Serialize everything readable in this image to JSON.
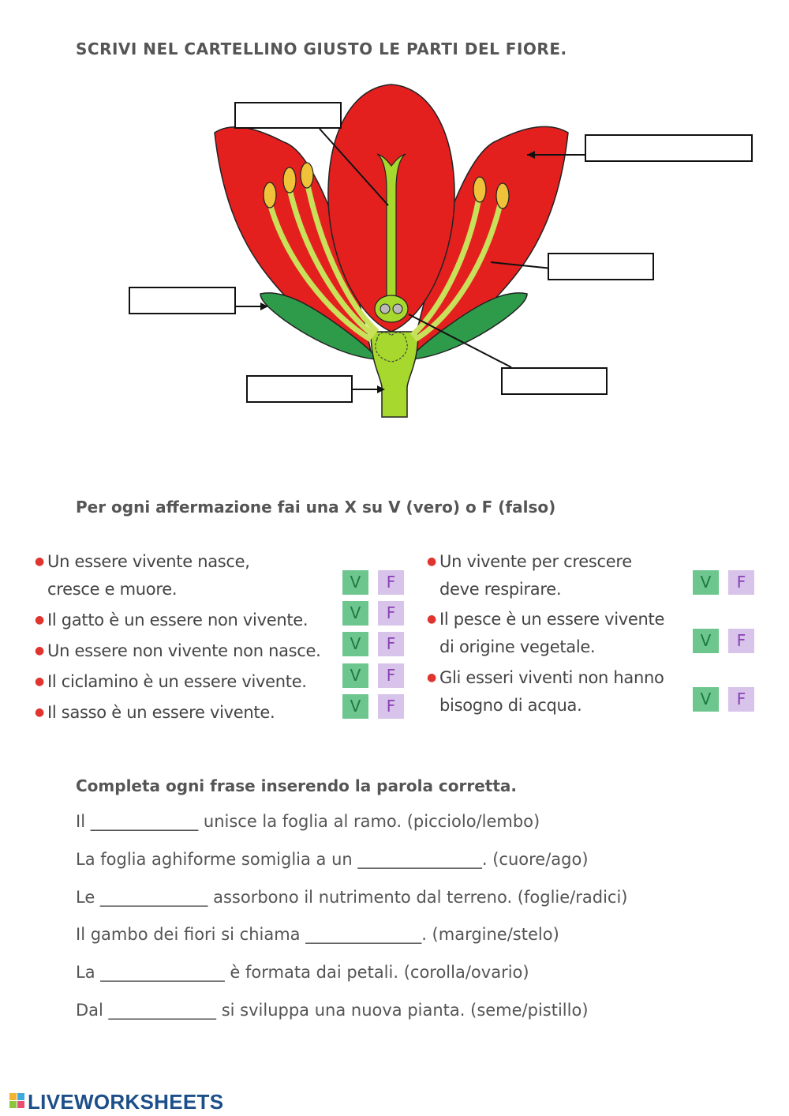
{
  "worksheet": {
    "title": "SCRIVI NEL CARTELLINO GIUSTO LE PARTI DEL FIORE.",
    "tf_heading": "Per ogni affermazione fai una X su V (vero) o F (falso)",
    "tf_left": [
      {
        "line1": "Un essere vivente nasce,",
        "line2": "cresce e muore."
      },
      {
        "line1": "Il gatto è un essere non vivente.",
        "line2": ""
      },
      {
        "line1": "Un essere non vivente non nasce.",
        "line2": ""
      },
      {
        "line1": "Il ciclamino è un essere vivente.",
        "line2": ""
      },
      {
        "line1": "Il sasso è un essere vivente.",
        "line2": ""
      }
    ],
    "tf_right": [
      {
        "line1": "Un vivente per crescere",
        "line2": "deve respirare."
      },
      {
        "line1": "Il pesce è un essere vivente",
        "line2": "di origine vegetale."
      },
      {
        "line1": "Gli esseri viventi non hanno",
        "line2": "bisogno di acqua."
      }
    ],
    "v_label": "V",
    "f_label": "F",
    "complete_heading": "Completa ogni frase inserendo la parola corretta.",
    "sentences": [
      "Il _____________ unisce la foglia al ramo. (picciolo/lembo)",
      "La foglia aghiforme somiglia a un _______________. (cuore/ago)",
      "Le _____________ assorbono il nutrimento dal terreno. (foglie/radici)",
      "Il gambo dei fiori si chiama ______________. (margine/stelo)",
      "La _______________ è formata dai petali. (corolla/ovario)",
      "Dal _____________ si sviluppa una nuova pianta. (seme/pistillo)"
    ],
    "logo": "LIVEWORKSHEETS"
  },
  "colors": {
    "petal": "#e4201f",
    "sepal": "#2e9b4b",
    "stem": "#a6d82e",
    "anther": "#f0c23a",
    "v_bg": "#6ec68f",
    "f_bg": "#d8c3ea",
    "bullet": "#e0342f",
    "logo": "#1c4f8a"
  }
}
